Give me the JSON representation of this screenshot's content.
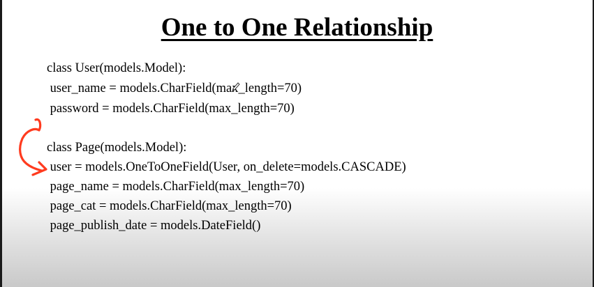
{
  "title": "One to One Relationship",
  "code": {
    "user_class": [
      "class User(models.Model):",
      " user_name = models.CharField(max_length=70)",
      " password = models.CharField(max_length=70)"
    ],
    "page_class": [
      "class Page(models.Model):",
      " user = models.OneToOneField(User, on_delete=models.CASCADE)",
      " page_name = models.CharField(max_length=70)",
      " page_cat = models.CharField(max_length=70)",
      " page_publish_date = models.DateField()"
    ]
  },
  "colors": {
    "annotation_arrow": "#ff3b1f",
    "text": "#000000"
  },
  "icons": {
    "cursor": "pen-cursor-icon",
    "annotation": "curved-arrow-icon"
  }
}
